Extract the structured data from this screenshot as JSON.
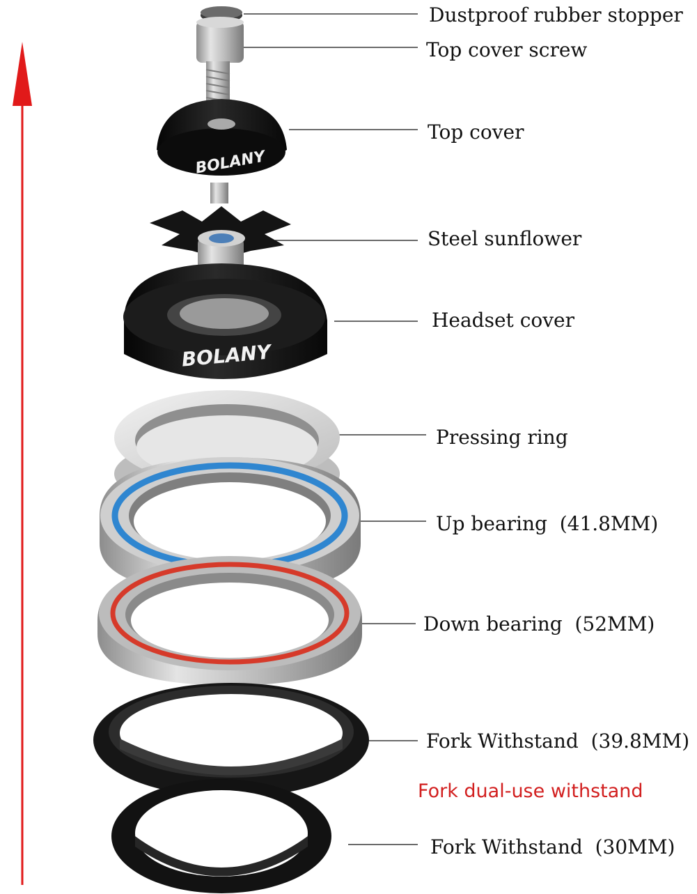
{
  "brand": "BOLANY",
  "colors": {
    "arrow": "#e11a1a",
    "highlight_text": "#d21f1f",
    "black_part": "#141414",
    "silver_part": "#c9c9c9",
    "blue_seal": "#2f86d0",
    "red_seal": "#d63a2a"
  },
  "parts": [
    {
      "id": "dustproof",
      "label": "Dustproof rubber stopper"
    },
    {
      "id": "top-cover-screw",
      "label": "Top cover screw"
    },
    {
      "id": "top-cover",
      "label": "Top cover"
    },
    {
      "id": "steel-sunflower",
      "label": "Steel sunflower"
    },
    {
      "id": "headset-cover",
      "label": "Headset cover"
    },
    {
      "id": "pressing-ring",
      "label": "Pressing ring"
    },
    {
      "id": "up-bearing",
      "label": "Up bearing  (41.8MM)"
    },
    {
      "id": "down-bearing",
      "label": "Down bearing  (52MM)"
    },
    {
      "id": "fork-withstand-39",
      "label": "Fork Withstand  (39.8MM)"
    },
    {
      "id": "fork-withstand-30",
      "label": "Fork Withstand  (30MM)"
    }
  ],
  "note": "Fork dual-use withstand"
}
